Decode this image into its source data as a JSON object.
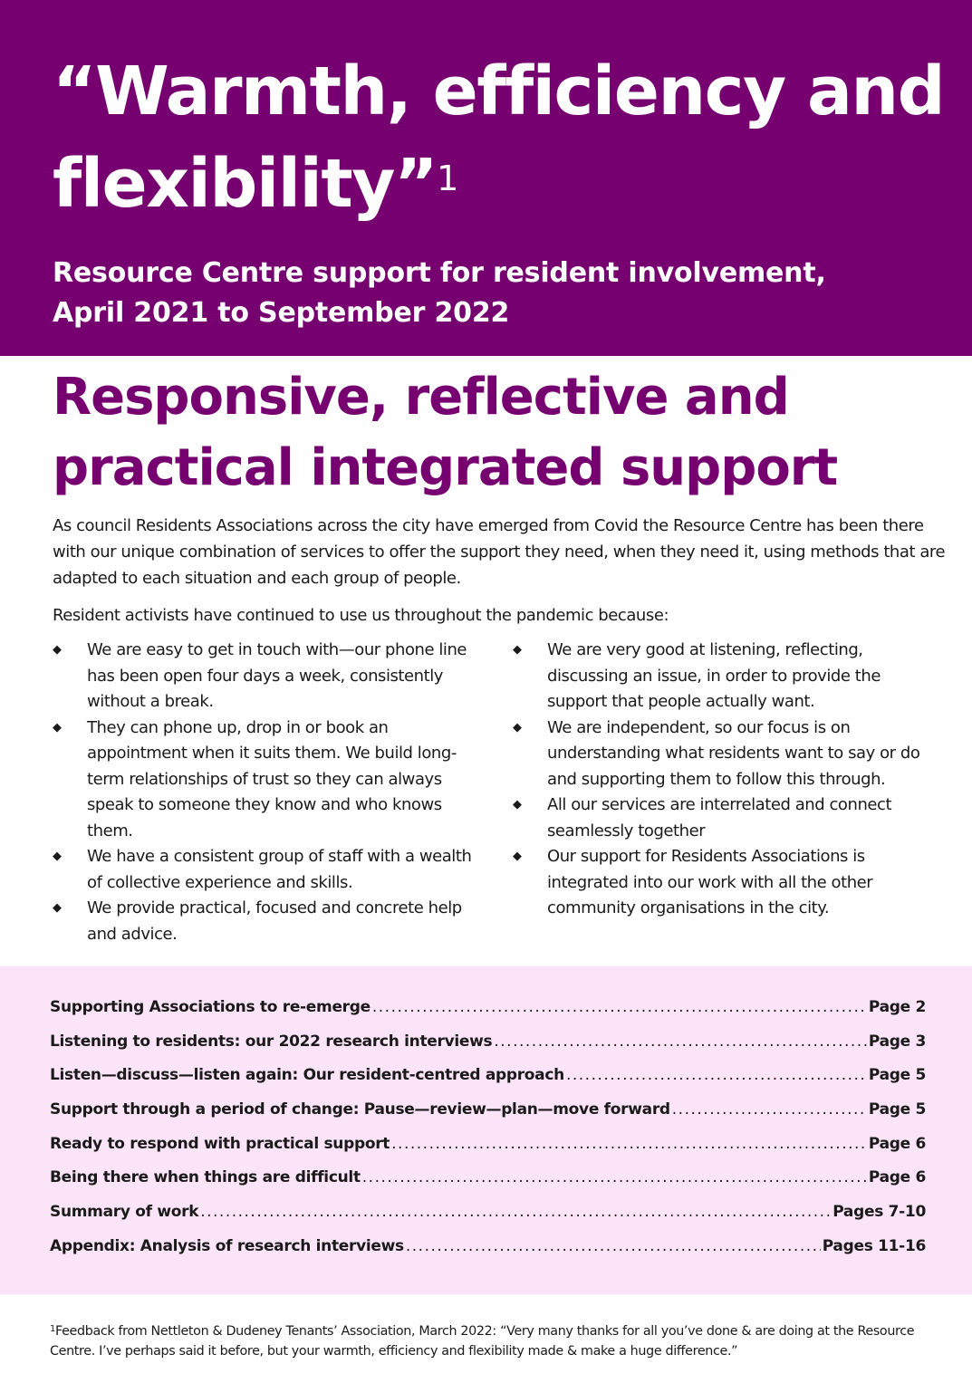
{
  "banner": {
    "title": "“Warmth, efficiency and flexibility”",
    "title_footnote_marker": "1",
    "subtitle_line1": "Resource Centre support for resident involvement,",
    "subtitle_line2": "April 2021 to September 2022"
  },
  "section": {
    "heading": "Responsive, reflective and practical integrated support",
    "intro": "As council Residents Associations across the city have emerged from Covid the Resource Centre has been there with our unique combination of services to offer the support they need, when they need it, using methods that are adapted to each situation and each group of people.",
    "lead": "Resident activists have continued to use us throughout the pandemic because:"
  },
  "bullet_glyph": "◆",
  "bullets_left": [
    "We are easy to get in touch with—our phone line has been open four days a week, consistently without a break.",
    "They can phone up, drop in or book an appointment when it suits them. We build long-term relationships of trust so they can always speak to someone they know and who knows them.",
    "We have a consistent group of staff with a wealth of collective experience and skills.",
    "We provide practical, focused and concrete help and advice."
  ],
  "bullets_right": [
    "We are very good at listening, reflecting, discussing an issue, in order to provide the support that people actually want.",
    "We are independent, so our focus is on understanding what residents want to say or do and supporting them to follow this through.",
    "All our services are interrelated and connect seamlessly together",
    "Our support for Residents Associations is integrated into our work with all the other community organisations in the city."
  ],
  "toc": [
    {
      "title": "Supporting Associations to re-emerge",
      "page": "Page 2"
    },
    {
      "title": "Listening to residents: our 2022 research interviews",
      "page": "Page 3"
    },
    {
      "title": "Listen—discuss—listen again: Our resident-centred approach",
      "page": "Page 5"
    },
    {
      "title": "Support through a period of change: Pause—review—plan—move forward",
      "page": "Page 5"
    },
    {
      "title": "Ready to respond with practical support",
      "page": "Page 6"
    },
    {
      "title": "Being there when things are difficult",
      "page": "Page 6"
    },
    {
      "title": "Summary of work",
      "page": "Pages 7-10"
    },
    {
      "title": "Appendix: Analysis of research interviews",
      "page": "Pages 11-16"
    }
  ],
  "footnote": {
    "marker": "1",
    "text": "Feedback from Nettleton & Dudeney Tenants’ Association, March 2022: “Very many thanks for all you’ve done & are doing at the Resource Centre. I’ve perhaps said it before, but your warmth, efficiency and flexibility made & make a huge difference.”"
  },
  "colors": {
    "brand_purple": "#760070",
    "toc_background": "#fbe4f8",
    "text": "#1a1a1a"
  }
}
